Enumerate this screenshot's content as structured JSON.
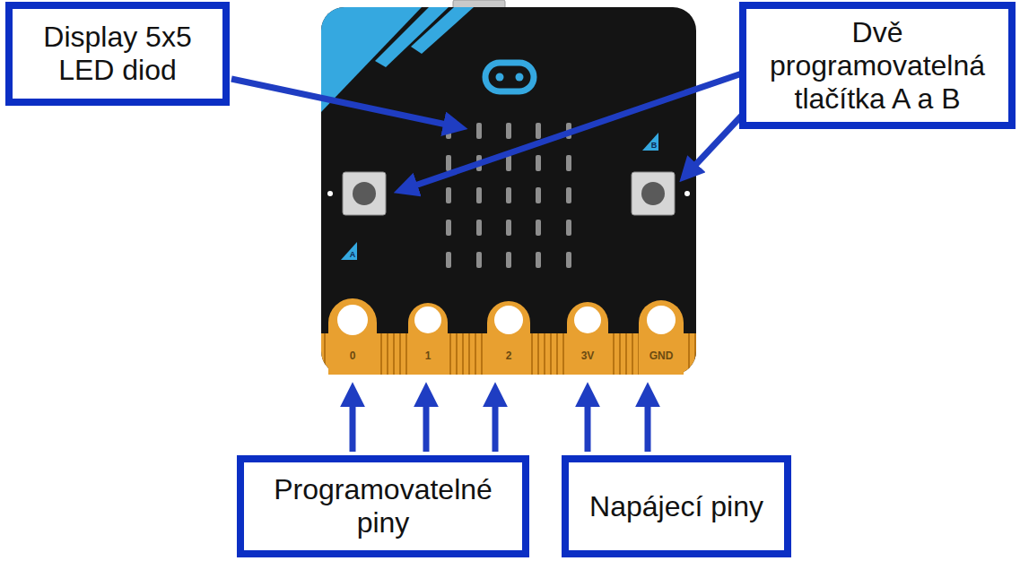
{
  "diagram": {
    "nodes": [
      {
        "text": [
          "Display 5x5 LED diod"
        ]
      },
      {
        "text": [
          "Dvě programovatelná tlačítka A a B"
        ]
      },
      {
        "text": [
          "Programovatelné piny"
        ]
      },
      {
        "text": [
          "Napájecí piny"
        ]
      }
    ],
    "labels": [
      "0",
      "1",
      "2",
      "3V",
      "GND",
      "A",
      "B"
    ]
  }
}
